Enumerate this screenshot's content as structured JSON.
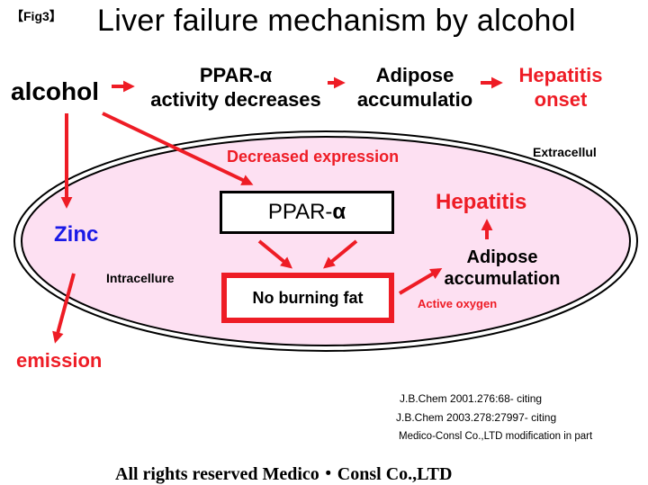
{
  "header": {
    "fig_tag": "【Fig3】",
    "title": "Liver failure mechanism by alcohol"
  },
  "top_flow": {
    "source": "alcohol",
    "step1_line1": "PPAR-α",
    "step1_line2": "activity decreases",
    "step2_line1": "Adipose",
    "step2_line2": "accumulatio",
    "step3_line1": "Hepatitis",
    "step3_line2": "onset"
  },
  "cell": {
    "decreased_expression": "Decreased expression",
    "extracellular_label": "Extracellul",
    "intracellular_label": "Intracellure",
    "zinc": "Zinc",
    "ppar_prefix": "PPAR-",
    "ppar_alpha": "α",
    "no_burning": "No burning fat",
    "hepatitis": "Hepatitis",
    "adipose_line1": "Adipose",
    "adipose_line2": "accumulation",
    "active_oxygen": "Active oxygen"
  },
  "outside": {
    "emission": "emission"
  },
  "citations": [
    "J.B.Chem 2001.276:68- citing",
    "J.B.Chem 2003.278:27997- citing",
    "Medico-Consl Co.,LTD modification in part"
  ],
  "footer": {
    "copyright": "All rights reserved Medico・Consl Co.,LTD"
  },
  "colors": {
    "red": "#ee1c25",
    "blue": "#1a1ae6",
    "cell_fill": "#fde0f2"
  }
}
